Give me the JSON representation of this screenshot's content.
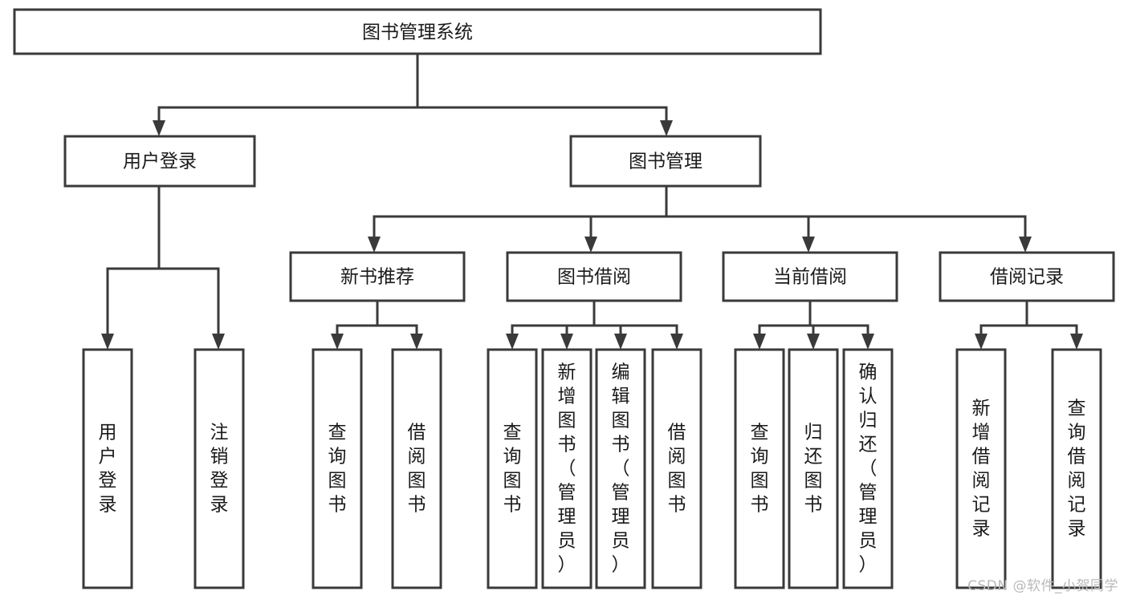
{
  "diagram": {
    "title": "图书管理系统",
    "watermark": "CSDN @软件_小贺同学",
    "colors": {
      "box_stroke": "#3a3a3a",
      "box_fill": "#ffffff",
      "connector": "#3a3a3a",
      "text": "#1a1a1a",
      "background": "#ffffff",
      "watermark": "#b9b9b9"
    },
    "nodes": {
      "root": {
        "label": "图书管理系统",
        "orientation": "horizontal"
      },
      "level2": [
        {
          "id": "user-login",
          "label": "用户登录",
          "orientation": "horizontal"
        },
        {
          "id": "book-manage",
          "label": "图书管理",
          "orientation": "horizontal"
        }
      ],
      "level3": [
        {
          "id": "new-book-recommend",
          "label": "新书推荐",
          "orientation": "horizontal"
        },
        {
          "id": "book-borrow",
          "label": "图书借阅",
          "orientation": "horizontal"
        },
        {
          "id": "current-borrow",
          "label": "当前借阅",
          "orientation": "horizontal"
        },
        {
          "id": "borrow-record",
          "label": "借阅记录",
          "orientation": "horizontal"
        }
      ],
      "leaves": [
        {
          "id": "leaf-user-login",
          "parent": "user-login",
          "label": "用户登录",
          "orientation": "vertical"
        },
        {
          "id": "leaf-logout",
          "parent": "user-login",
          "label": "注销登录",
          "orientation": "vertical"
        },
        {
          "id": "leaf-query-book-1",
          "parent": "new-book-recommend",
          "label": "查询图书",
          "orientation": "vertical"
        },
        {
          "id": "leaf-borrow-book-1",
          "parent": "new-book-recommend",
          "label": "借阅图书",
          "orientation": "vertical"
        },
        {
          "id": "leaf-query-book-2",
          "parent": "book-borrow",
          "label": "查询图书",
          "orientation": "vertical"
        },
        {
          "id": "leaf-add-book",
          "parent": "book-borrow",
          "label": "新增图书（管理员）",
          "orientation": "vertical"
        },
        {
          "id": "leaf-edit-book",
          "parent": "book-borrow",
          "label": "编辑图书（管理员）",
          "orientation": "vertical"
        },
        {
          "id": "leaf-borrow-book-2",
          "parent": "book-borrow",
          "label": "借阅图书",
          "orientation": "vertical"
        },
        {
          "id": "leaf-query-book-3",
          "parent": "current-borrow",
          "label": "查询图书",
          "orientation": "vertical"
        },
        {
          "id": "leaf-return-book",
          "parent": "current-borrow",
          "label": "归还图书",
          "orientation": "vertical"
        },
        {
          "id": "leaf-confirm-return",
          "parent": "current-borrow",
          "label": "确认归还（管理员）",
          "orientation": "vertical"
        },
        {
          "id": "leaf-add-record",
          "parent": "borrow-record",
          "label": "新增借阅记录",
          "orientation": "vertical"
        },
        {
          "id": "leaf-query-record",
          "parent": "borrow-record",
          "label": "查询借阅记录",
          "orientation": "vertical"
        }
      ]
    }
  }
}
